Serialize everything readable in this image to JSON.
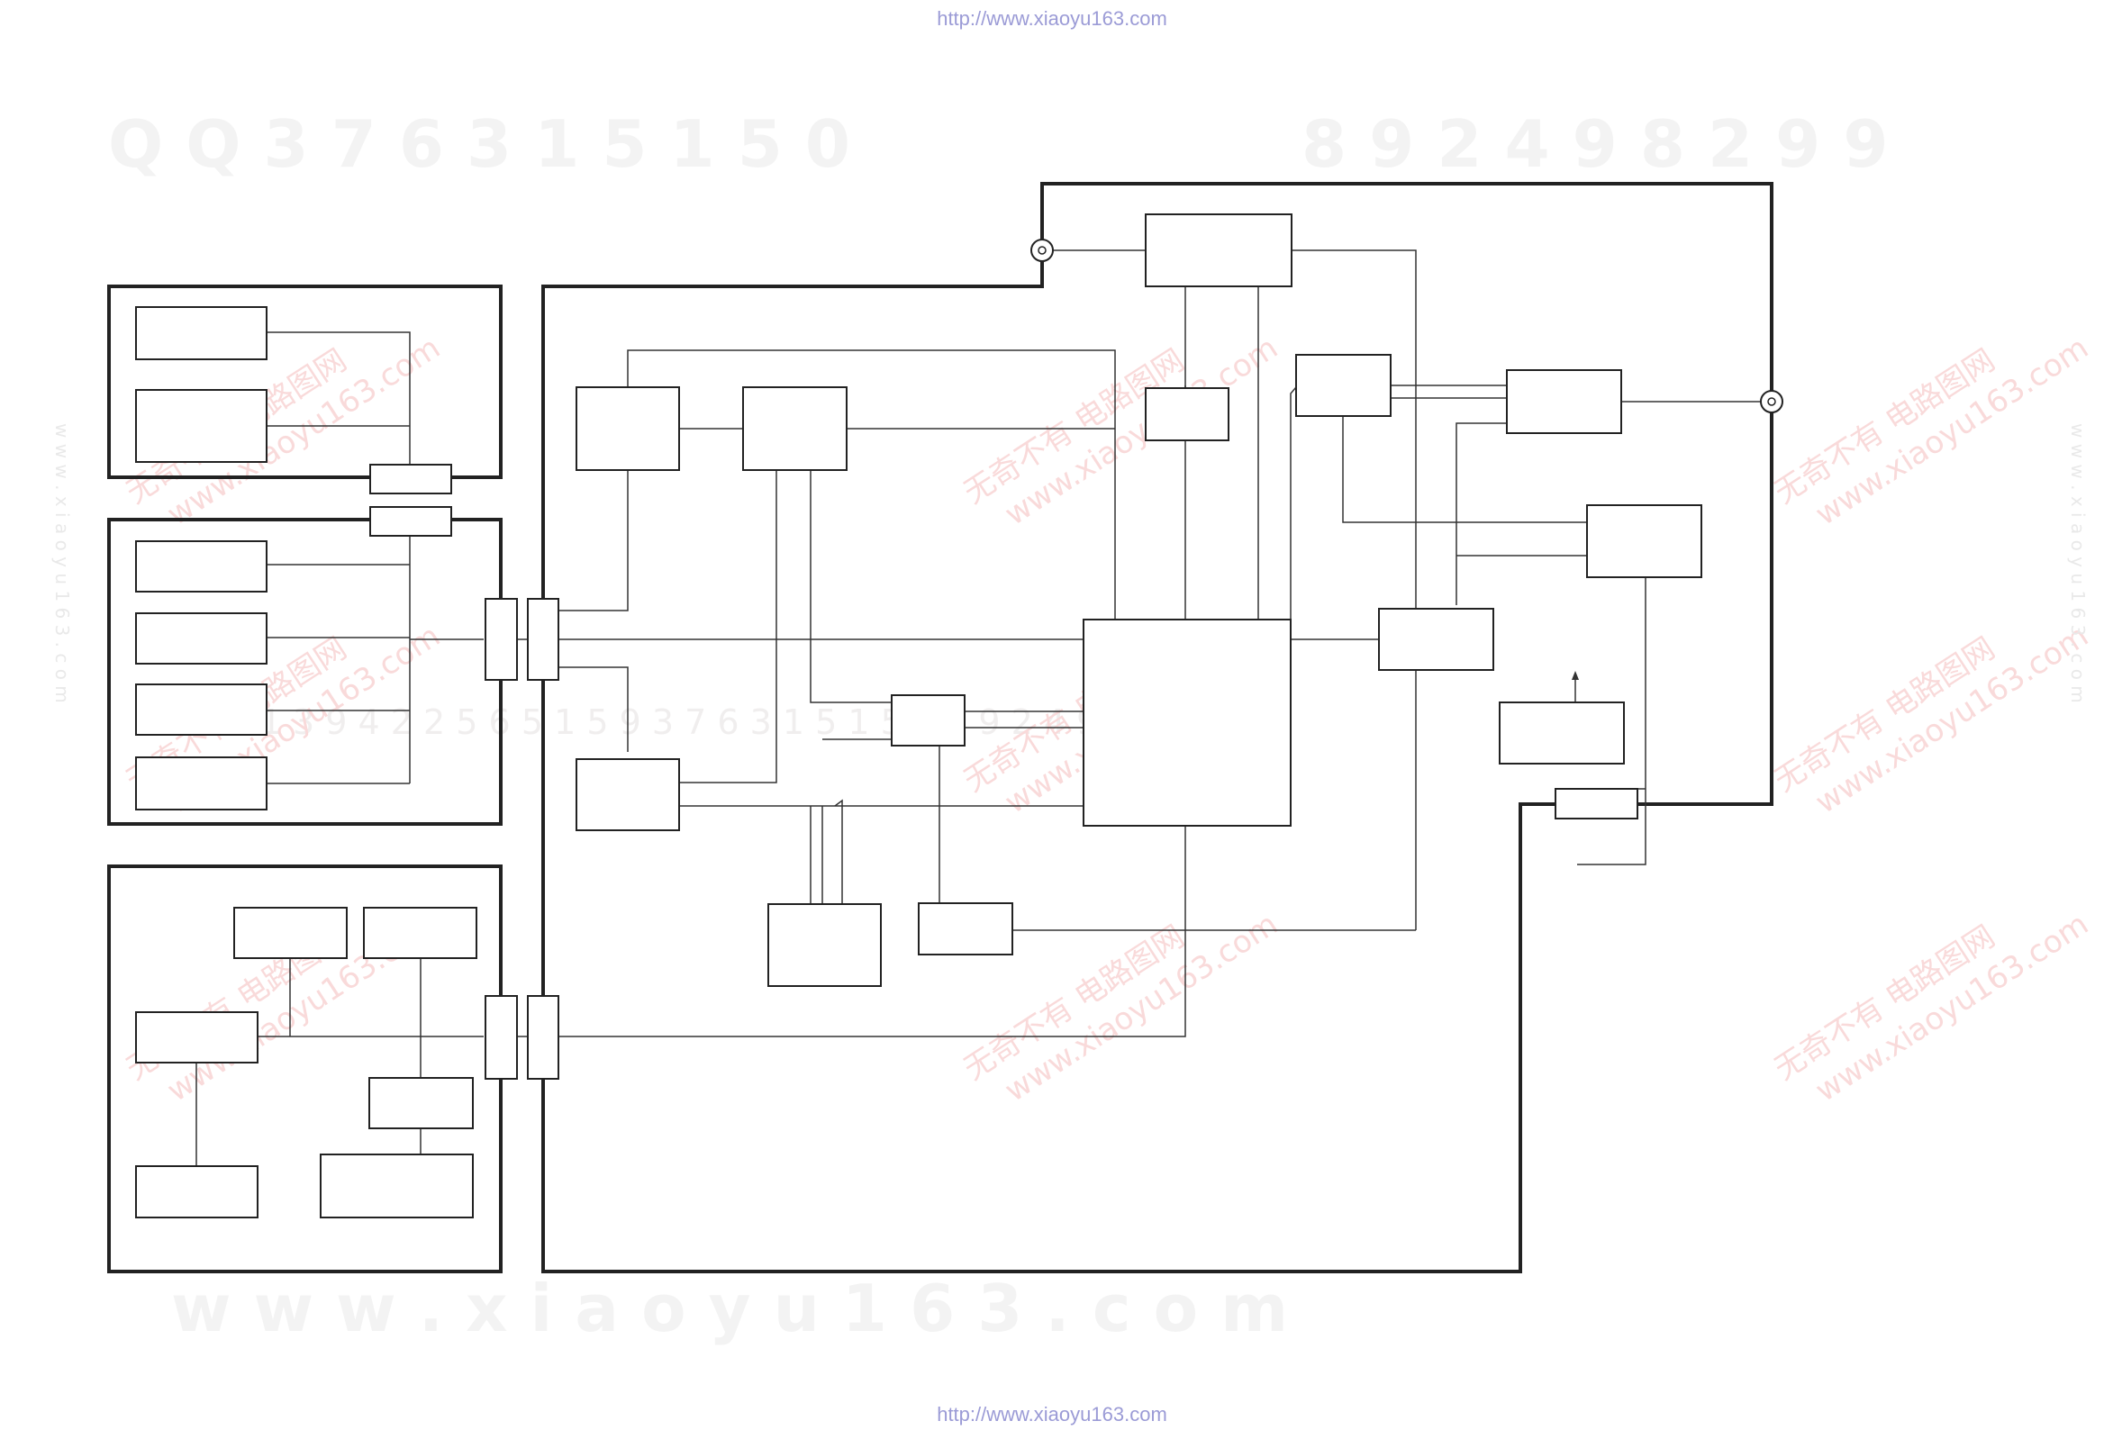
{
  "header_url": "http://www.xiaoyu163.com",
  "footer_url": "http://www.xiaoyu163.com",
  "watermarks": {
    "qq": "Q Q   3 7 6 3 1 5 1 5 0",
    "phone": "8 9 2 4 9 8 2 9 9",
    "site": "w w w . x i a o y u 1 6 3 . c o m",
    "middle": "2 8 6 1 3 9 4 2 2 5 6 5 1 5 9   3 7 6 3 1 5 1 5 0   8 9 2 4 9 8 2 9 9",
    "stamp_cn": "无奇不有  电路图网",
    "stamp_url": "www.xiaoyu163.com"
  }
}
